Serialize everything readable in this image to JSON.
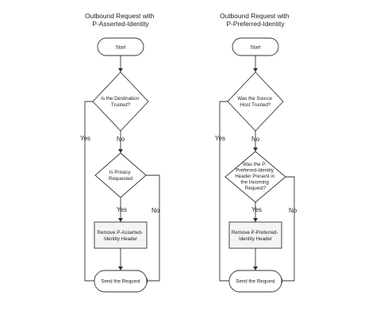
{
  "left": {
    "title": [
      "Outbound Request with",
      "P-Asserted-Identity"
    ],
    "start": "Start",
    "decision1": [
      "Is the Destination",
      "Trusted?"
    ],
    "decision2": [
      "Is Privacy",
      "Requested"
    ],
    "process": [
      "Remove P-Asserted-",
      "Identity Header"
    ],
    "end": "Send the Request",
    "labels": {
      "yes_side": "Yes",
      "no_down": "No",
      "yes_down": "Yes",
      "no_side": "No"
    }
  },
  "right": {
    "title": [
      "Outbound Request with",
      "P-Preferred-Identity"
    ],
    "start": "Start",
    "decision1": [
      "Was the Source",
      "Host Trusted?"
    ],
    "decision2": [
      "Was the P-",
      "Preferred-Identity",
      "Header Present in",
      "the Incoming",
      "Request?"
    ],
    "process": [
      "Remove P-Preferred-",
      "Identity Header"
    ],
    "end": "Send the Request",
    "labels": {
      "yes_side": "Yes",
      "no_down": "No",
      "yes_down": "Yes",
      "no_side": "No"
    }
  }
}
